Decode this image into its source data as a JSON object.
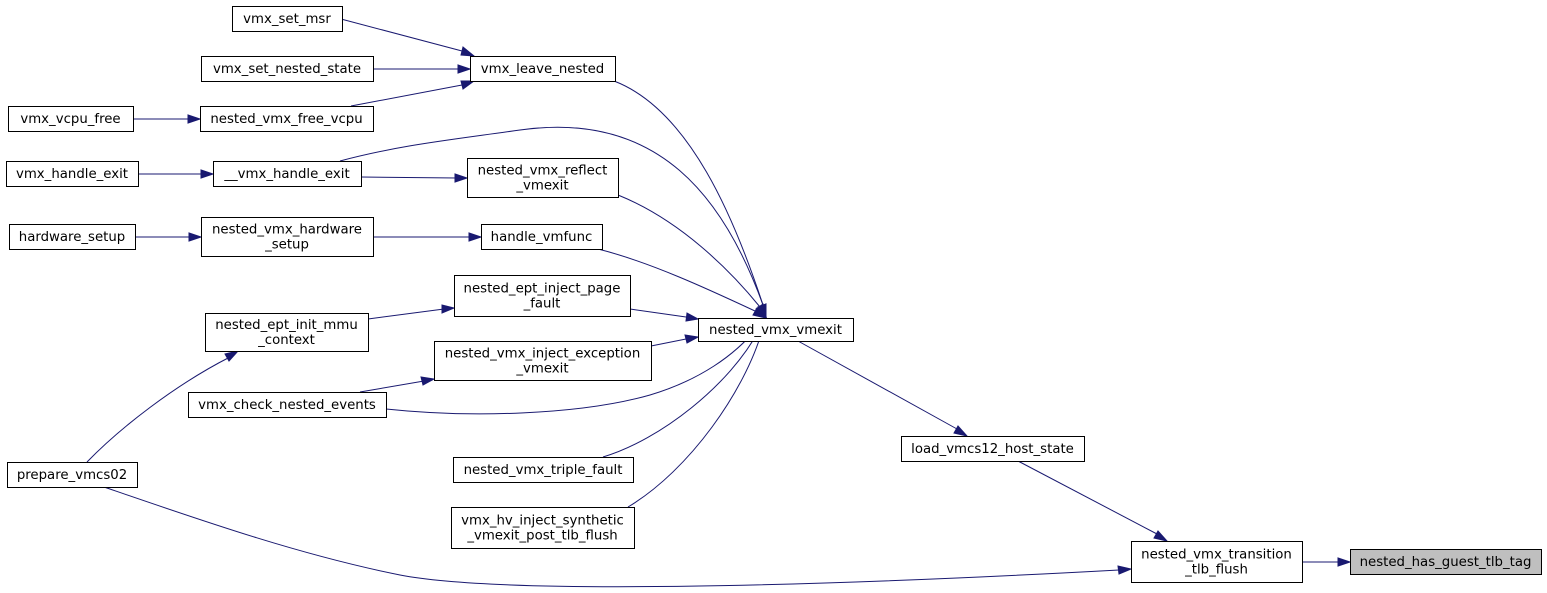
{
  "graph": {
    "colors": {
      "edge": "#191970",
      "node_border": "#000000",
      "highlight_fill": "#bfbfbf"
    },
    "nodes": {
      "vmx_set_msr": [
        "vmx_set_msr"
      ],
      "vmx_set_nested_state": [
        "vmx_set_nested_state"
      ],
      "vmx_leave_nested": [
        "vmx_leave_nested"
      ],
      "vmx_vcpu_free": [
        "vmx_vcpu_free"
      ],
      "nested_vmx_free_vcpu": [
        "nested_vmx_free_vcpu"
      ],
      "vmx_handle_exit": [
        "vmx_handle_exit"
      ],
      "__vmx_handle_exit": [
        "__vmx_handle_exit"
      ],
      "nested_vmx_reflect_vmexit": [
        "nested_vmx_reflect",
        "_vmexit"
      ],
      "hardware_setup": [
        "hardware_setup"
      ],
      "nested_vmx_hardware_setup": [
        "nested_vmx_hardware",
        "_setup"
      ],
      "handle_vmfunc": [
        "handle_vmfunc"
      ],
      "nested_ept_inject_page_fault": [
        "nested_ept_inject_page",
        "_fault"
      ],
      "nested_ept_init_mmu_context": [
        "nested_ept_init_mmu",
        "_context"
      ],
      "nested_vmx_vmexit": [
        "nested_vmx_vmexit"
      ],
      "nested_vmx_inject_exception_vmexit": [
        "nested_vmx_inject_exception",
        "_vmexit"
      ],
      "vmx_check_nested_events": [
        "vmx_check_nested_events"
      ],
      "prepare_vmcs02": [
        "prepare_vmcs02"
      ],
      "nested_vmx_triple_fault": [
        "nested_vmx_triple_fault"
      ],
      "vmx_hv_inject_synthetic_vmexit_post_tlb_flush": [
        "vmx_hv_inject_synthetic",
        "_vmexit_post_tlb_flush"
      ],
      "load_vmcs12_host_state": [
        "load_vmcs12_host_state"
      ],
      "nested_vmx_transition_tlb_flush": [
        "nested_vmx_transition",
        "_tlb_flush"
      ],
      "nested_has_guest_tlb_tag": [
        "nested_has_guest_tlb_tag"
      ]
    },
    "highlighted": "nested_has_guest_tlb_tag",
    "edges": [
      [
        "vmx_set_msr",
        "vmx_leave_nested"
      ],
      [
        "vmx_set_nested_state",
        "vmx_leave_nested"
      ],
      [
        "nested_vmx_free_vcpu",
        "vmx_leave_nested"
      ],
      [
        "vmx_vcpu_free",
        "nested_vmx_free_vcpu"
      ],
      [
        "vmx_handle_exit",
        "__vmx_handle_exit"
      ],
      [
        "__vmx_handle_exit",
        "nested_vmx_reflect_vmexit"
      ],
      [
        "hardware_setup",
        "nested_vmx_hardware_setup"
      ],
      [
        "nested_vmx_hardware_setup",
        "handle_vmfunc"
      ],
      [
        "nested_ept_init_mmu_context",
        "nested_ept_inject_page_fault"
      ],
      [
        "prepare_vmcs02",
        "nested_ept_init_mmu_context"
      ],
      [
        "vmx_check_nested_events",
        "nested_vmx_inject_exception_vmexit"
      ],
      [
        "vmx_leave_nested",
        "nested_vmx_vmexit"
      ],
      [
        "__vmx_handle_exit",
        "nested_vmx_vmexit"
      ],
      [
        "nested_vmx_reflect_vmexit",
        "nested_vmx_vmexit"
      ],
      [
        "handle_vmfunc",
        "nested_vmx_vmexit"
      ],
      [
        "nested_ept_inject_page_fault",
        "nested_vmx_vmexit"
      ],
      [
        "nested_vmx_inject_exception_vmexit",
        "nested_vmx_vmexit"
      ],
      [
        "vmx_check_nested_events",
        "nested_vmx_vmexit"
      ],
      [
        "nested_vmx_triple_fault",
        "nested_vmx_vmexit"
      ],
      [
        "vmx_hv_inject_synthetic_vmexit_post_tlb_flush",
        "nested_vmx_vmexit"
      ],
      [
        "nested_vmx_vmexit",
        "load_vmcs12_host_state"
      ],
      [
        "load_vmcs12_host_state",
        "nested_vmx_transition_tlb_flush"
      ],
      [
        "prepare_vmcs02",
        "nested_vmx_transition_tlb_flush"
      ],
      [
        "nested_vmx_transition_tlb_flush",
        "nested_has_guest_tlb_tag"
      ]
    ]
  }
}
